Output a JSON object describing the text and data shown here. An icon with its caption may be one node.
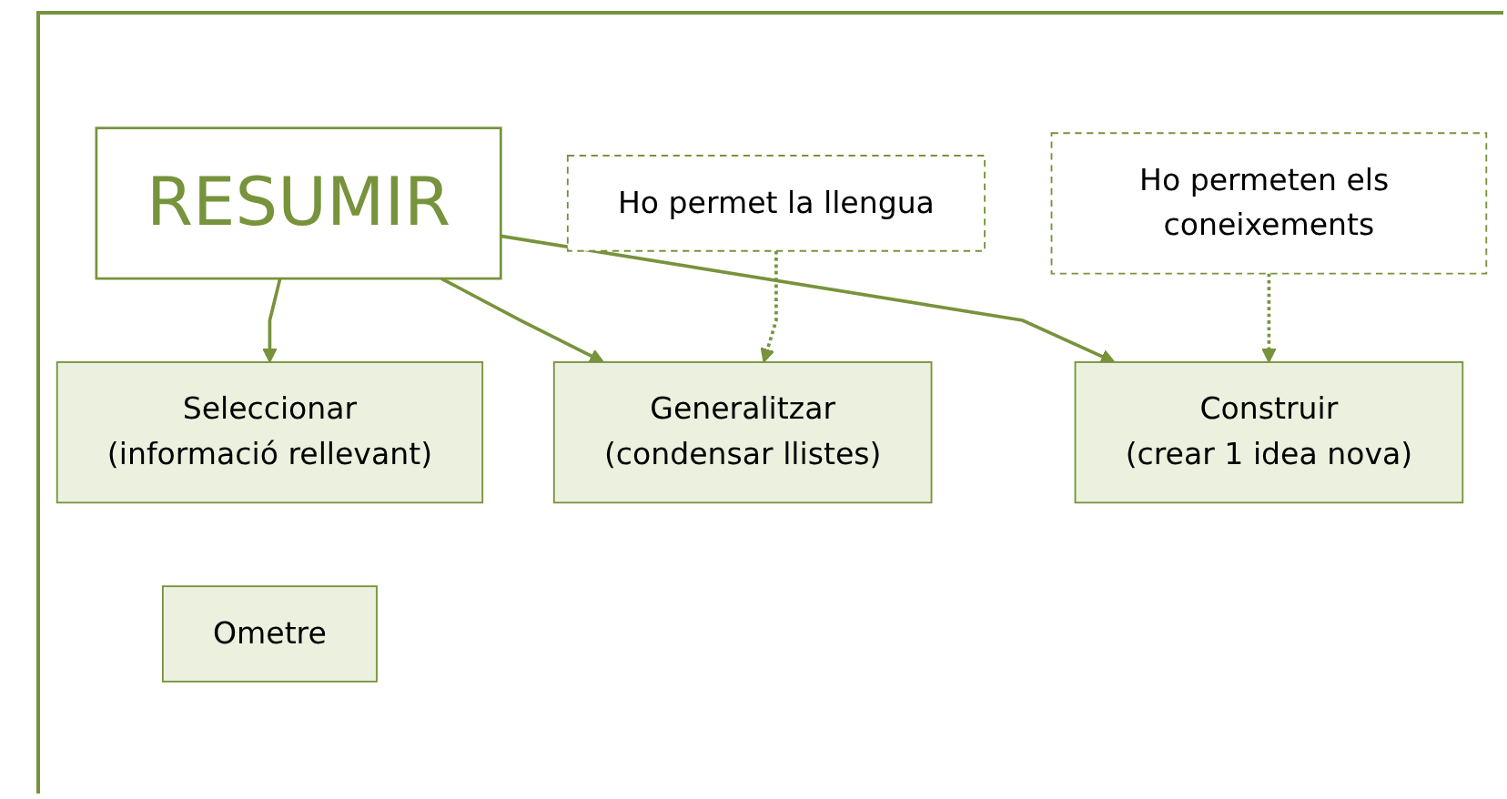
{
  "diagram": {
    "nodes": [
      {
        "text": [
          "RESUMIR"
        ]
      },
      {
        "text": [
          "Seleccionar",
          "(informació rellevant)"
        ]
      },
      {
        "text": [
          "Ometre"
        ]
      },
      {
        "text": [
          "Generalitzar",
          "(condensar llistes)"
        ]
      },
      {
        "text": [
          "Construir",
          "(crear 1 idea nova)"
        ]
      },
      {
        "text": [
          "Ho permet la llengua"
        ]
      },
      {
        "text": [
          "Ho permeten els coneixements"
        ]
      }
    ],
    "edges": [
      {
        "from": 0,
        "to": 1,
        "arrow": "to"
      },
      {
        "from": 0,
        "to": 3,
        "arrow": "to"
      },
      {
        "from": 0,
        "to": 4,
        "arrow": "to"
      },
      {
        "from": 5,
        "to": 3,
        "arrow": "to",
        "style": "dashed"
      },
      {
        "from": 6,
        "to": 4,
        "arrow": "to",
        "style": "dashed"
      }
    ]
  }
}
